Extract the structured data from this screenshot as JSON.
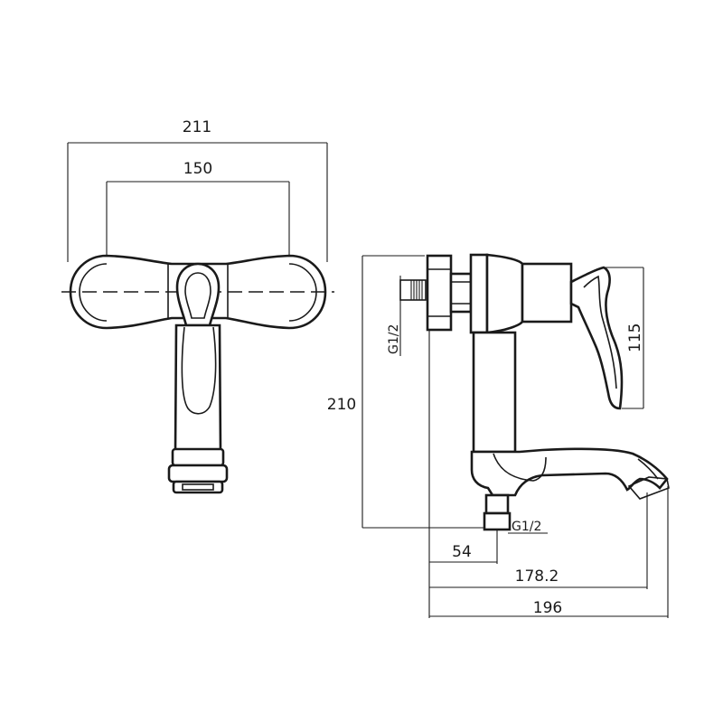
{
  "dimensions": {
    "overall_width": "211",
    "center_distance": "150",
    "total_height": "210",
    "handle_height": "115",
    "thread_inlet": "G1/2",
    "thread_outlet": "G1/2",
    "wall_to_outlet": "54",
    "spout_reach": "178.2",
    "total_depth": "196"
  }
}
